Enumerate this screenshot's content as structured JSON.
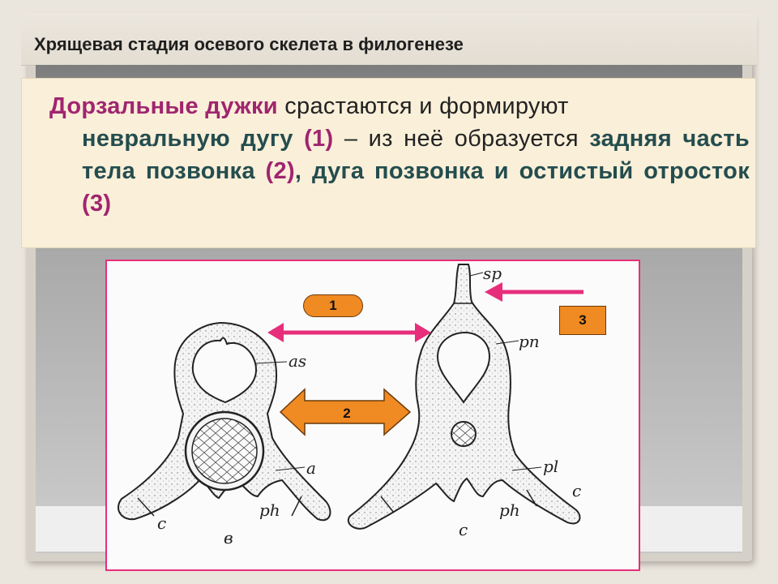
{
  "slide": {
    "title": "Хрящевая стадия осевого скелета в филогенезе",
    "text": {
      "p1": "Дорзальные дужки",
      "p2": " срастаются и формируют",
      "p3": "невральную дугу",
      "p4": " (1)",
      "p5": " – из неё образуется",
      "p6": "задняя часть тела позвонка",
      "p7": " (2)",
      "p8": ", дуга позвонка и остистый отросток",
      "p9": " (3)"
    }
  },
  "figure": {
    "callouts": {
      "one": "1",
      "two": "2",
      "three": "3"
    },
    "labels": {
      "as": "as",
      "a": "a",
      "ph_left": "ph",
      "c_left": "c",
      "b": "в",
      "sp": "sp",
      "pn": "pn",
      "pl": "pl",
      "c_right": "c",
      "ph_right": "ph",
      "c_bottom": "c"
    },
    "colors": {
      "accent": "#e62e7b",
      "callout": "#f08a22",
      "highlight": "#a0256f"
    }
  }
}
